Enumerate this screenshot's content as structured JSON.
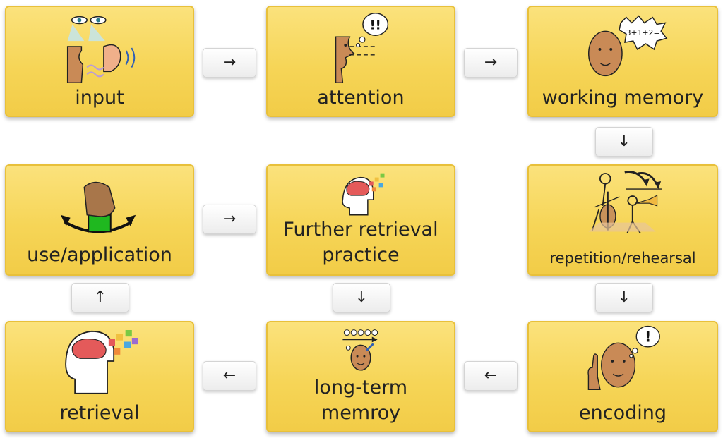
{
  "steps": {
    "input": "input",
    "attention": "attention",
    "working_memory": "working memory",
    "rehearsal": "repetition/rehearsal",
    "encoding": "encoding",
    "long_term_line1": "long-term",
    "long_term_line2": "memroy",
    "retrieval": "retrieval",
    "further_line1": "Further retrieval",
    "further_line2": "practice",
    "use": "use/application"
  },
  "thought_text": {
    "attention": "!!",
    "working_memory": "3+1+2=",
    "encoding": "!"
  },
  "arrows": {
    "right": "→",
    "left": "←",
    "down": "↓",
    "up": "↑"
  },
  "colors": {
    "card": "#f6d557",
    "card_border": "#e8c03a",
    "brain": "#e45a5a",
    "block": "#1fb81f",
    "skin": "#c98a56"
  }
}
